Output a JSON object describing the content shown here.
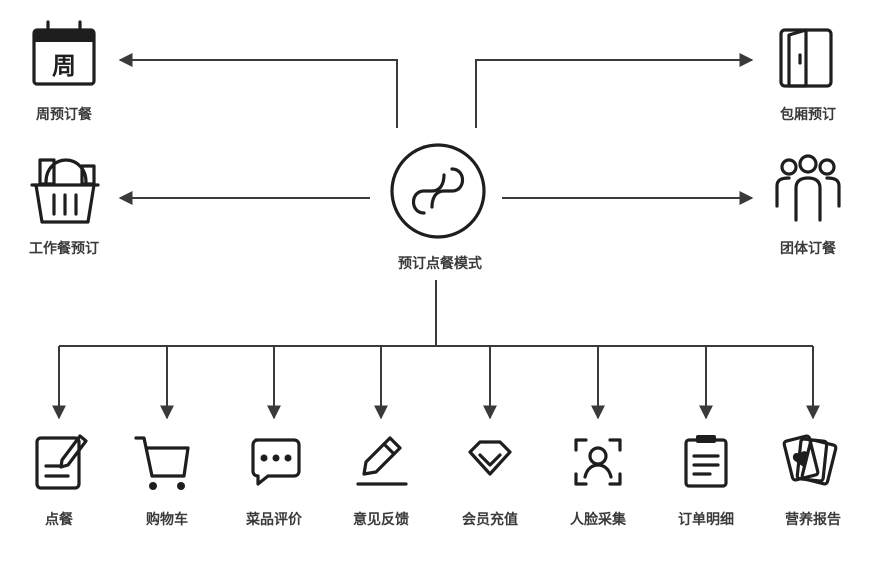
{
  "center": {
    "label": "预订点餐模式",
    "icon": "mini-program-icon"
  },
  "top_left": [
    {
      "label": "周预订餐",
      "icon": "calendar-icon",
      "icon_text": "周"
    },
    {
      "label": "工作餐预订",
      "icon": "basket-icon"
    }
  ],
  "top_right": [
    {
      "label": "包厢预订",
      "icon": "door-icon"
    },
    {
      "label": "团体订餐",
      "icon": "group-icon"
    }
  ],
  "features": [
    {
      "label": "点餐",
      "icon": "order-edit-icon"
    },
    {
      "label": "购物车",
      "icon": "cart-icon"
    },
    {
      "label": "菜品评价",
      "icon": "chat-bubble-icon"
    },
    {
      "label": "意见反馈",
      "icon": "pen-icon"
    },
    {
      "label": "会员充值",
      "icon": "diamond-icon"
    },
    {
      "label": "人脸采集",
      "icon": "face-scan-icon"
    },
    {
      "label": "订单明细",
      "icon": "clipboard-icon"
    },
    {
      "label": "营养报告",
      "icon": "cards-icon"
    }
  ]
}
